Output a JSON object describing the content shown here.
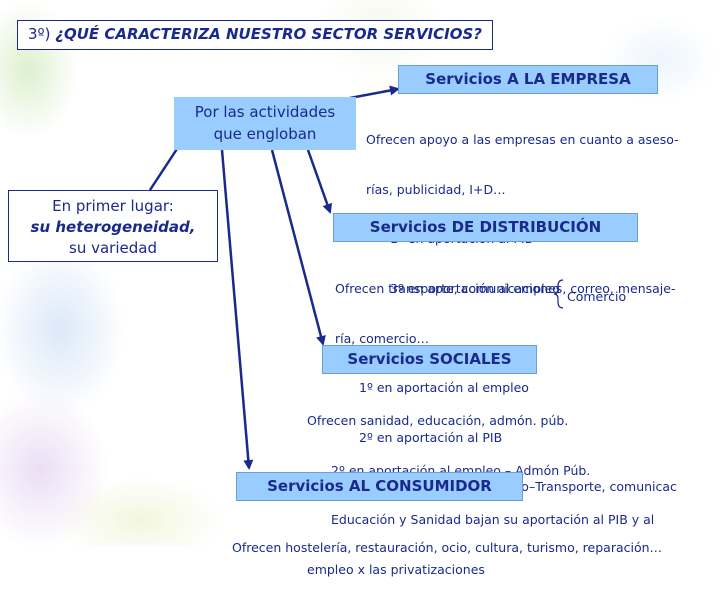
{
  "title": {
    "prefix": "3º)",
    "text": "¿QUÉ CARACTERIZA NUESTRO SECTOR SERVICIOS?"
  },
  "root": {
    "line1": "En primer lugar:",
    "line2": "su heterogeneidad,",
    "line3": "su variedad"
  },
  "hub": {
    "line1": "Por las actividades",
    "line2": "que engloban"
  },
  "categories": {
    "empresa": {
      "label": "Servicios A LA EMPRESA",
      "desc1": "Ofrecen apoyo a las empresas en cuanto a aseso-",
      "desc2": "rías, publicidad, I+D…",
      "rank1": "1º en aportación al PIB",
      "rank2": "3º en aportación al empleo"
    },
    "distribucion": {
      "label": "Servicios DE DISTRIBUCIÓN",
      "desc1": "Ofrecen transporte, comunicaciones, correo, mensaje-",
      "desc2": "ría, comercio…",
      "rank1": "1º en aportación al empleo",
      "rank2": "2º en aportación al PIB",
      "rank3": "3º en aportación al empleo–Transporte, comunicac",
      "brace_label": "Comercio"
    },
    "sociales": {
      "label": "Servicios SOCIALES",
      "desc1": "Ofrecen sanidad, educación, admón. púb.",
      "rank1": "2º en aportación al empleo – Admón Púb.",
      "note1": "Educación y Sanidad bajan su aportación al PIB y al",
      "note2": "empleo x las privatizaciones"
    },
    "consumidor": {
      "label": "Servicios AL CONSUMIDOR",
      "desc1": "Ofrecen hostelería, restauración, ocio, cultura, turismo, reparación…"
    }
  },
  "colors": {
    "text": "#1a2a8c",
    "box_fill": "#99ccff",
    "arrow": "#1a2a8c"
  }
}
